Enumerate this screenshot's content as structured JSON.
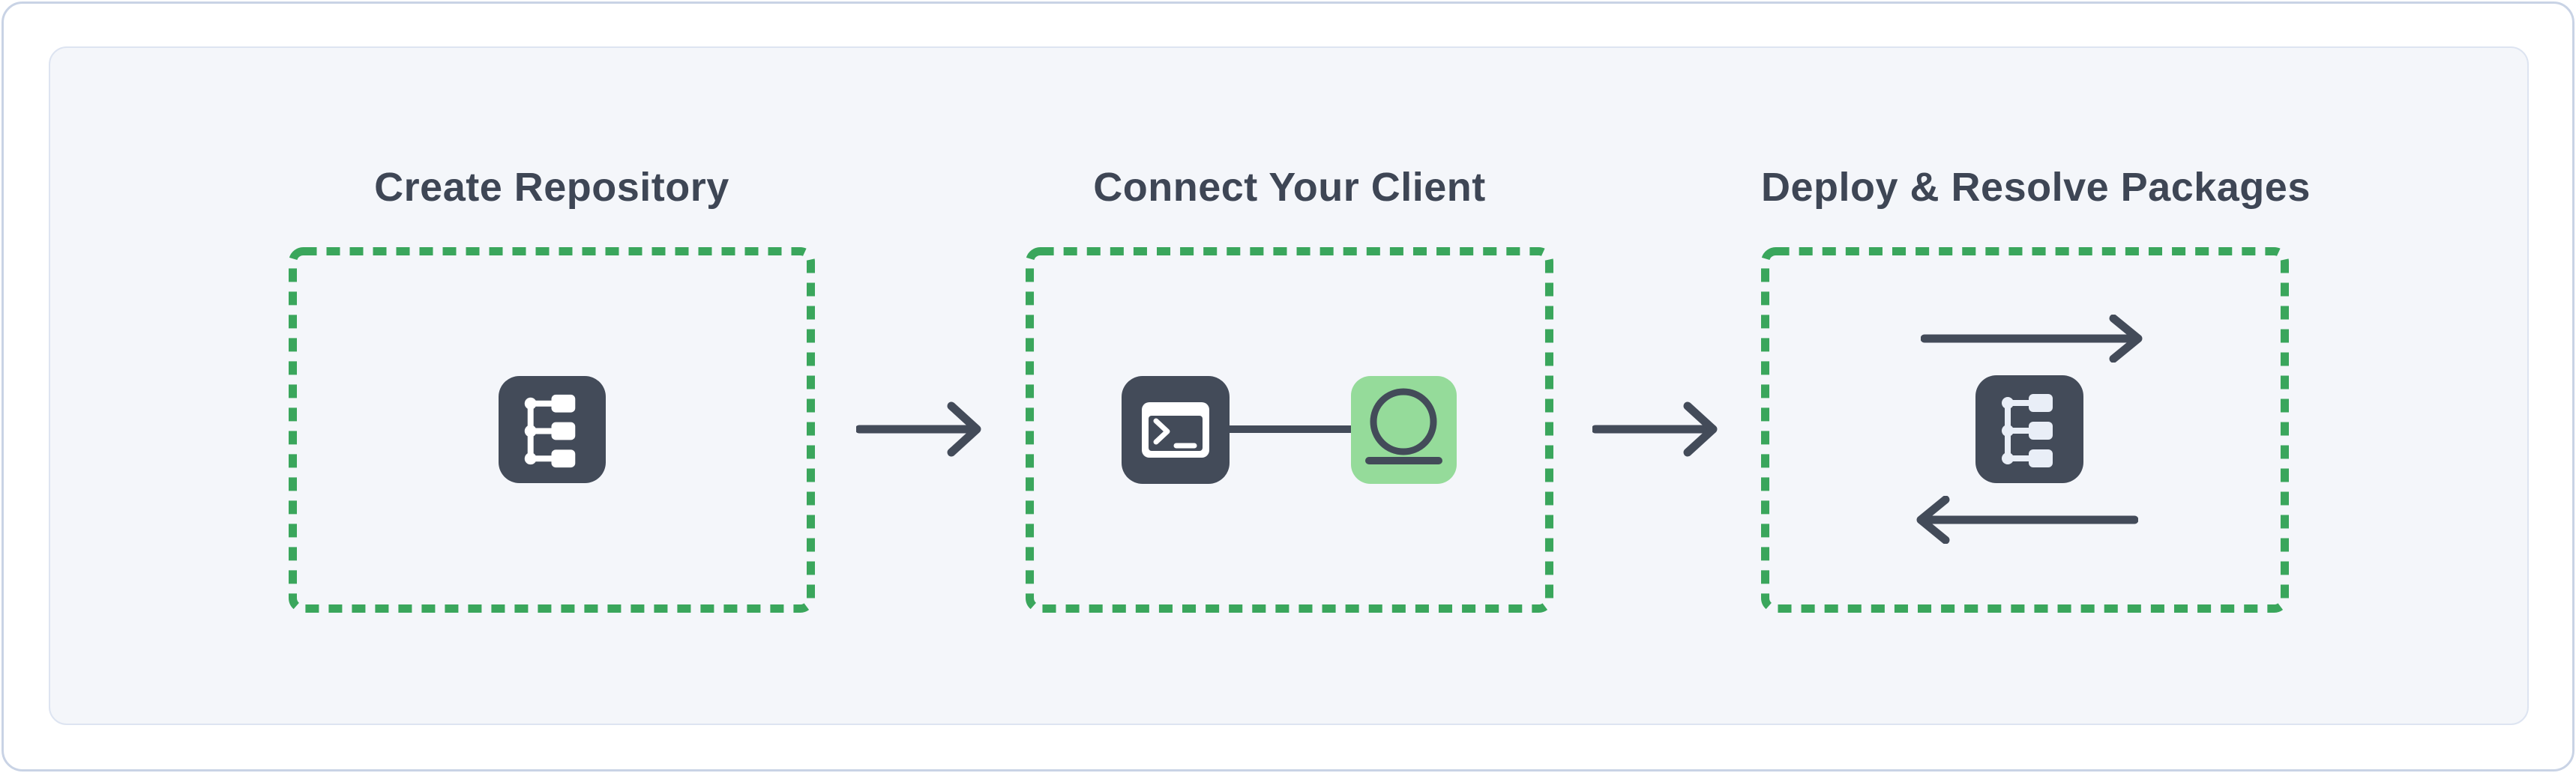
{
  "colors": {
    "slate": "#434b59",
    "text": "#3e4655",
    "accent-green": "#3aa65c",
    "light-green": "#95db9a",
    "card-bg": "#f4f6fa",
    "card-border": "#dde4f1",
    "frame-border": "#c9d3e5",
    "glyph-light": "#e9eef7",
    "white": "#ffffff"
  },
  "steps": [
    {
      "title": "Create Repository",
      "icons": [
        "repository-tree-icon"
      ]
    },
    {
      "title": "Connect Your Client",
      "icons": [
        "terminal-icon",
        "client-icon"
      ]
    },
    {
      "title": "Deploy & Resolve Packages",
      "icons": [
        "repository-tree-icon",
        "arrow-right-icon",
        "arrow-left-icon"
      ]
    }
  ]
}
